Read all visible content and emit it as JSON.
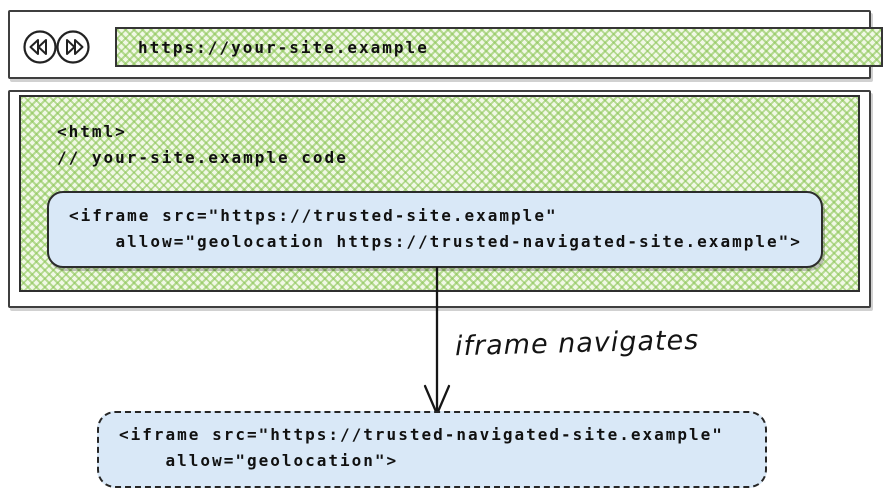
{
  "browser": {
    "toolbar": {
      "back_icon": "rewind-double-arrow",
      "forward_icon": "fast-forward-double-arrow",
      "address_bar": {
        "url": "https://your-site.example"
      }
    },
    "page": {
      "code_lines": [
        "<html>",
        "// your-site.example code"
      ],
      "iframe_snippet_lines": [
        "<iframe src=\"https://trusted-site.example\"",
        "    allow=\"geolocation https://trusted-navigated-site.example\">"
      ]
    }
  },
  "flow": {
    "arrow_label": "iframe navigates"
  },
  "navigated_iframe": {
    "snippet_lines": [
      "<iframe src=\"https://trusted-navigated-site.example\"",
      "    allow=\"geolocation\">"
    ]
  },
  "colors": {
    "hatch_green": "#8bc556",
    "hatch_background": "#f1f8e6",
    "panel_blue": "#d9e8f7",
    "ink": "#1c1c1c"
  }
}
